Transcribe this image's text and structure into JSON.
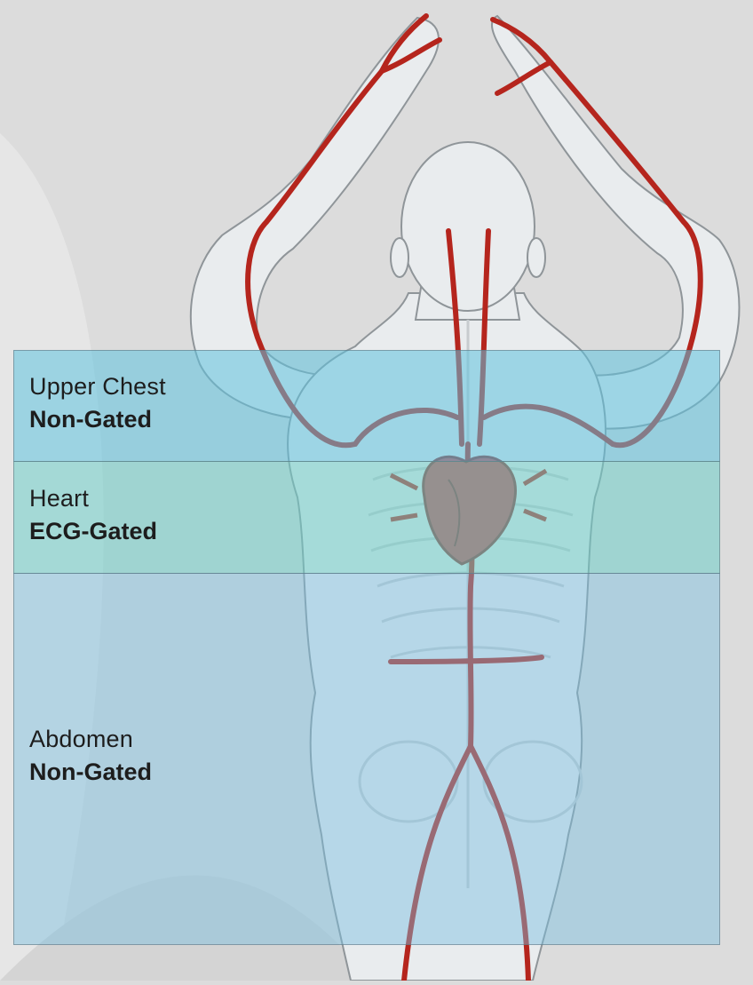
{
  "colors": {
    "background": "#dcdcdc",
    "body": "#e9ecee",
    "artery": "#b5251d",
    "heart": "#c8454a",
    "upper_chest_band": "#5fc3de",
    "heart_band": "#6ecdc8",
    "abdomen_band": "#78bee1"
  },
  "regions": [
    {
      "name": "Upper Chest",
      "mode": "Non-Gated"
    },
    {
      "name": "Heart",
      "mode": "ECG-Gated"
    },
    {
      "name": "Abdomen",
      "mode": "Non-Gated"
    }
  ]
}
